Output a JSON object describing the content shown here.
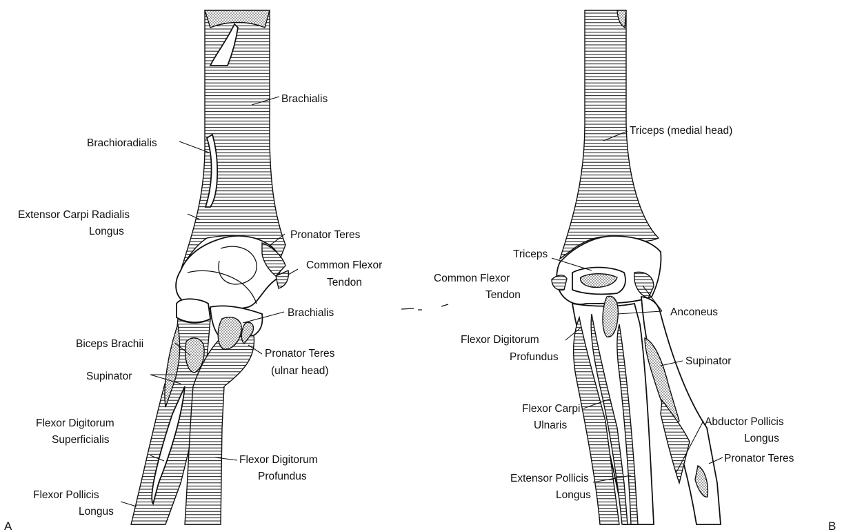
{
  "panels": {
    "a": {
      "letter": "A",
      "labels": {
        "brachialis_top": "Brachialis",
        "brachioradialis": "Brachioradialis",
        "ecrl_1": "Extensor Carpi Radialis",
        "ecrl_2": "Longus",
        "pronator_teres": "Pronator Teres",
        "cft_1": "Common Flexor",
        "cft_2": "Tendon",
        "brachialis_ulna": "Brachialis",
        "biceps": "Biceps Brachii",
        "pt_ulnar_1": "Pronator Teres",
        "pt_ulnar_2": "(ulnar head)",
        "supinator": "Supinator",
        "fds_1": "Flexor Digitorum",
        "fds_2": "Superficialis",
        "fdp_1": "Flexor Digitorum",
        "fdp_2": "Profundus",
        "fpl_1": "Flexor Pollicis",
        "fpl_2": "Longus"
      }
    },
    "b": {
      "letter": "B",
      "labels": {
        "triceps_medial": "Triceps (medial head)",
        "triceps": "Triceps",
        "cft_1": "Common Flexor",
        "cft_2": "Tendon",
        "anconeus": "Anconeus",
        "fdp_1": "Flexor Digitorum",
        "fdp_2": "Profundus",
        "supinator": "Supinator",
        "fcu_1": "Flexor Carpi",
        "fcu_2": "Ulnaris",
        "apl_1": "Abductor Pollicis",
        "apl_2": "Longus",
        "pronator_teres": "Pronator Teres",
        "epl_1": "Extensor Pollicis",
        "epl_2": "Longus"
      }
    }
  }
}
